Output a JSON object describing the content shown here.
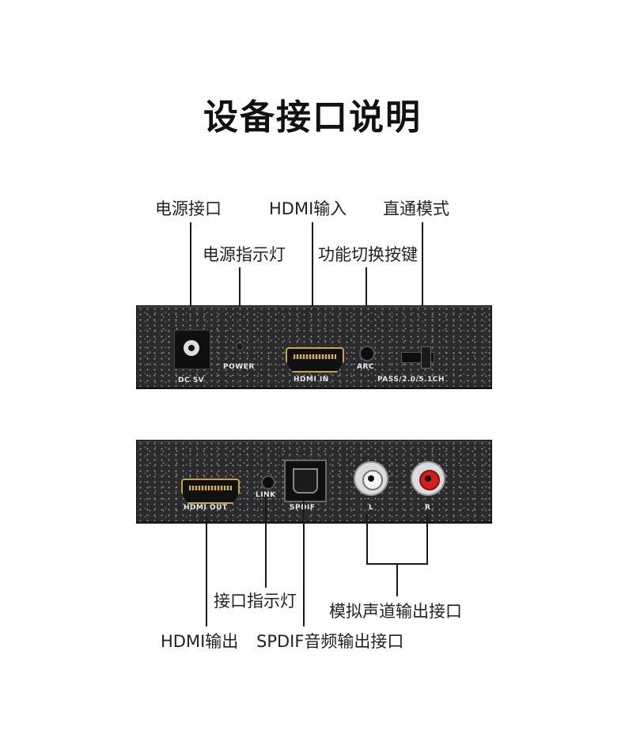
{
  "title": "设备接口说明",
  "top_labels": {
    "dc_port": "电源接口",
    "hdmi_in": "HDMI输入",
    "pass_mode": "直通模式",
    "power_led": "电源指示灯",
    "arc_button": "功能切换按键"
  },
  "top_panel": {
    "dc": "DC 5V",
    "power": "POWER",
    "hdmi_in": "HDMI IN",
    "arc": "ARC",
    "switch": "PASS/2.0/5.1CH"
  },
  "bottom_panel": {
    "hdmi_out": "HDMI OUT",
    "link": "LINK",
    "spdif": "SPDIF",
    "left": "L",
    "right": "R"
  },
  "bottom_labels": {
    "link_led": "接口指示灯",
    "analog_out": "模拟声道输出接口",
    "hdmi_out": "HDMI输出",
    "spdif_out": "SPDIF音频输出接口"
  },
  "colors": {
    "panel": "#2b2b2d",
    "hdmi_gold": "#c9a14a",
    "rca_red": "#d21f1f"
  }
}
